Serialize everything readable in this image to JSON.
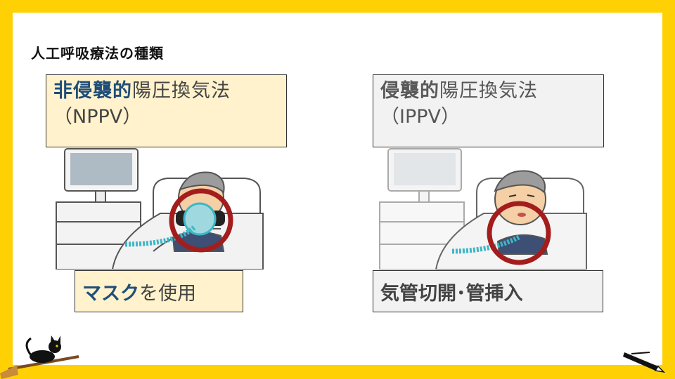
{
  "slide": {
    "title": "人工呼吸療法の種類",
    "colors": {
      "frame": "#FFD105",
      "accent_blue": "#1F4E79",
      "circle_red": "#A31D1D",
      "tube_teal": "#3FB6C6"
    }
  },
  "nppv": {
    "highlight": "非侵襲的",
    "rest": "陽圧換気法",
    "abbrev": "（NPPV）",
    "method_highlight": "マスク",
    "method_rest": "を使用"
  },
  "ippv": {
    "highlight": "侵襲的",
    "rest": "陽圧換気法",
    "abbrev": "（IPPV）",
    "method": "気管切開･管挿入"
  },
  "icons": [
    "ventilator-monitor",
    "patient-in-bed",
    "oxygen-mask",
    "tracheal-tube",
    "black-cat-on-broom",
    "pen-icon"
  ]
}
